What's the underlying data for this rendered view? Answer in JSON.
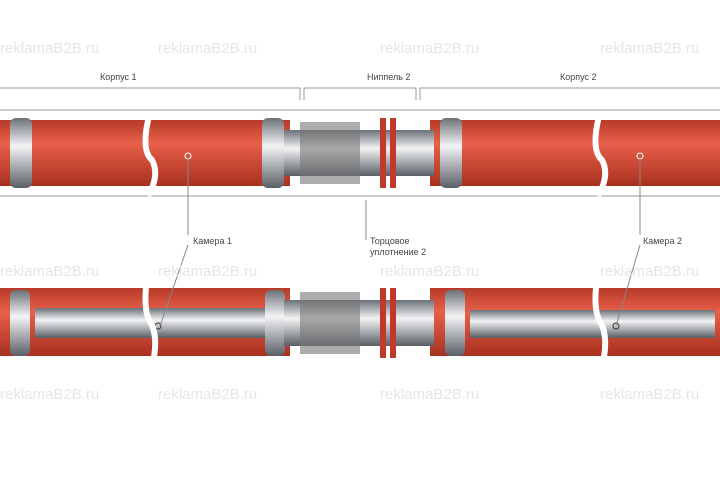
{
  "labels": {
    "body1": "Корпус 1",
    "nipple2": "Ниппель 2",
    "body2": "Корпус 2",
    "chamber1": "Камера 1",
    "seal2_line1": "Торцовое",
    "seal2_line2": "уплотнение 2",
    "chamber2": "Камера 2"
  },
  "watermark": "reklamaB2B.ru",
  "colors": {
    "body": "#d9503a",
    "steel": "#a7acb2"
  }
}
